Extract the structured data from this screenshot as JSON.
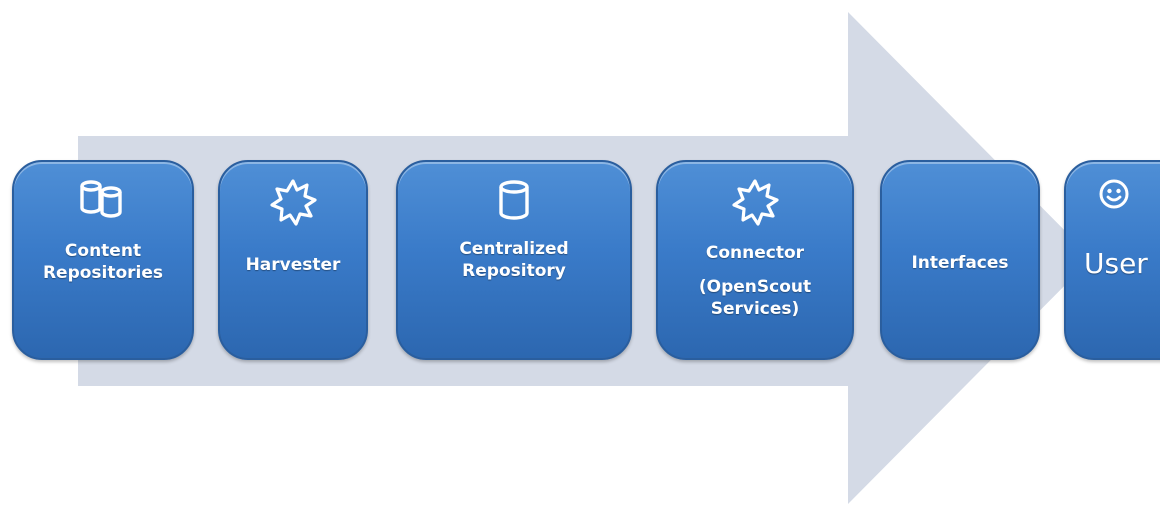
{
  "stages": [
    {
      "label_lines": [
        "Content",
        "Repositories"
      ],
      "icon": "database-pair-icon"
    },
    {
      "label_lines": [
        "Harvester"
      ],
      "icon": "gear-icon"
    },
    {
      "label_lines": [
        "Centralized",
        "Repository"
      ],
      "icon": "database-icon"
    },
    {
      "label_lines": [
        "Connector"
      ],
      "sub_lines": [
        "(OpenScout",
        "Services)"
      ],
      "icon": "gear-icon"
    },
    {
      "label_lines": [
        "Interfaces"
      ],
      "icon": ""
    },
    {
      "label_lines": [
        "User"
      ],
      "icon": "smiley-icon"
    }
  ],
  "colors": {
    "arrow": "#d4dae6",
    "box": "#3a7bc9",
    "box_border": "#2a5e9e",
    "text": "#ffffff"
  }
}
